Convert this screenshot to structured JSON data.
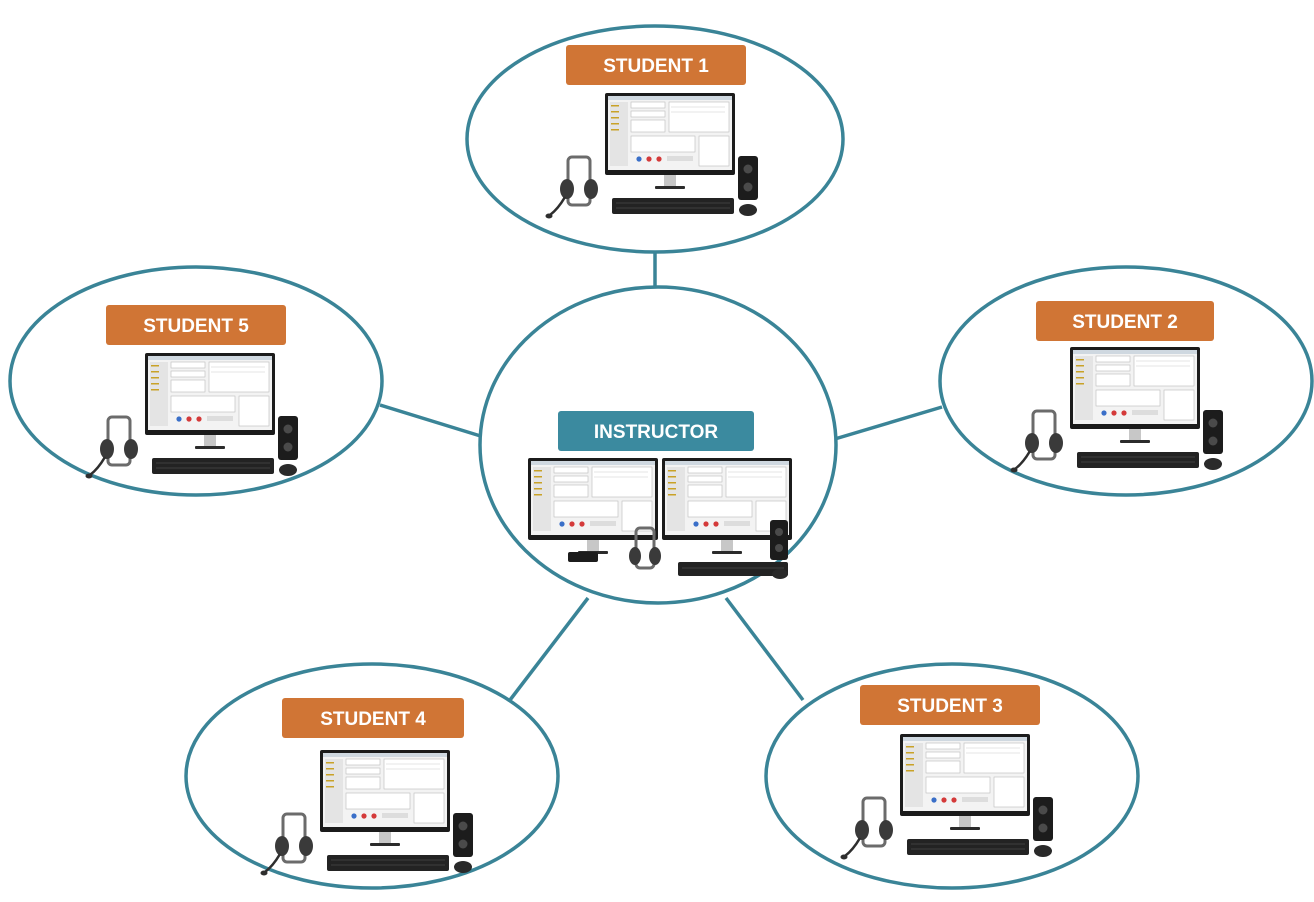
{
  "colors": {
    "ring": "#3a8497",
    "student_label": "#d07535",
    "instructor_label": "#3b8a9f",
    "label_text": "#ffffff",
    "monitor": "#1b1b1b",
    "screen_bg": "#f3f3f3",
    "keyboard": "#232323"
  },
  "nodes": {
    "instructor": {
      "label": "INSTRUCTOR",
      "role": "instructor",
      "icon": "dual-monitor-workstation-icon"
    },
    "student1": {
      "label": "STUDENT 1",
      "role": "student",
      "icon": "workstation-icon"
    },
    "student2": {
      "label": "STUDENT 2",
      "role": "student",
      "icon": "workstation-icon"
    },
    "student3": {
      "label": "STUDENT 3",
      "role": "student",
      "icon": "workstation-icon"
    },
    "student4": {
      "label": "STUDENT 4",
      "role": "student",
      "icon": "workstation-icon"
    },
    "student5": {
      "label": "STUDENT 5",
      "role": "student",
      "icon": "workstation-icon"
    }
  },
  "connections": [
    {
      "from": "instructor",
      "to": "student1"
    },
    {
      "from": "instructor",
      "to": "student2"
    },
    {
      "from": "instructor",
      "to": "student3"
    },
    {
      "from": "instructor",
      "to": "student4"
    },
    {
      "from": "instructor",
      "to": "student5"
    }
  ]
}
